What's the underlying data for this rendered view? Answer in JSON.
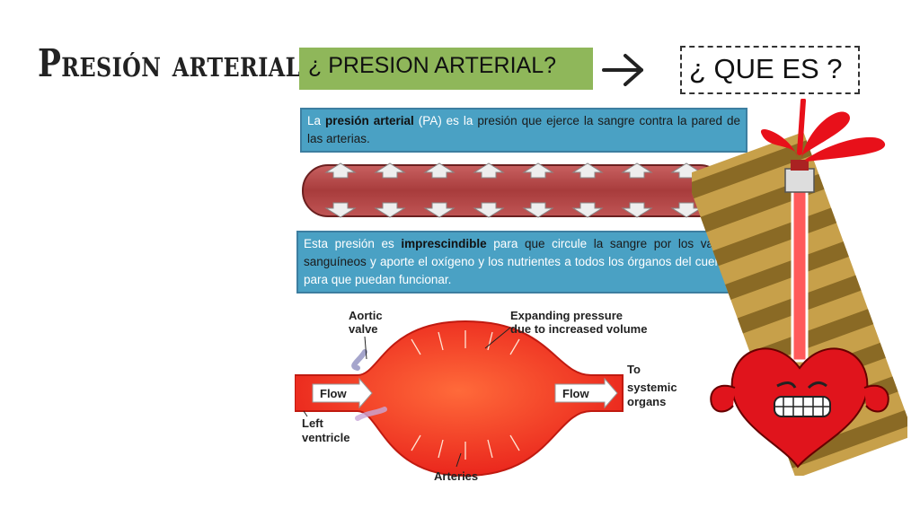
{
  "slide": {
    "title": "Presión arterial"
  },
  "banner": {
    "text": "¿ PRESION ARTERIAL?"
  },
  "que_box": {
    "text": "¿ QUE ES ?"
  },
  "definition": {
    "part1": "La ",
    "bold1": "presión arterial",
    "part2": " (PA) es la ",
    "dark1": "presión que ejerce la sangre contra la pared de las arterias."
  },
  "importance": {
    "part1": "Esta presión es ",
    "bold1": "imprescindible",
    "part2": " para ",
    "dark1": "que",
    "part3": " circule ",
    "dark2": "la sangre por los vasos sanguíneos",
    "part4": " y aporte el oxígeno y los nutrientes a todos los órganos del cuerpo para que puedan funcionar."
  },
  "diagram": {
    "aortic_valve": [
      "Aortic",
      "valve"
    ],
    "expanding": [
      "Expanding pressure",
      "due to increased volume"
    ],
    "flow_left": "Flow",
    "flow_right": "Flow",
    "to_systemic": [
      "To",
      "systemic",
      "organs"
    ],
    "left_ventricle": [
      "Left",
      "ventricle"
    ],
    "arteries": "Arteries"
  },
  "colors": {
    "banner": "#8fb75a",
    "infobox": "#4aa1c4",
    "vessel": "#b84a4a",
    "blood": "#ee2a1e"
  }
}
